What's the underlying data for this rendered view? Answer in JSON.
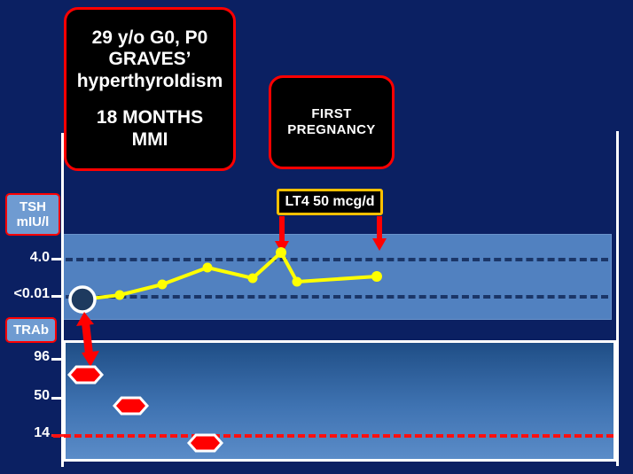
{
  "slide": {
    "background_color": "#0b2062",
    "case_box": {
      "line1": "29 y/o G0, P0",
      "line2": "GRAVES’",
      "line3": "hyperthyroIdism",
      "line4": "18 MONTHS",
      "line5": "MMI",
      "border_color": "#ff0000",
      "fill_color": "#000000"
    },
    "pregnancy_box": {
      "line1": "FIRST",
      "line2": "PREGNANCY",
      "border_color": "#ff0000",
      "fill_color": "#000000"
    },
    "treatment_box": {
      "label": "LT4 50 mcg/d",
      "border_color": "#ffc000",
      "fill_color": "#000000"
    },
    "tsh_axis_label": {
      "line1": "TSH",
      "line2": "mIU/l"
    },
    "trab_axis_label": {
      "line1": "TRAb"
    }
  },
  "chart_data": [
    {
      "type": "line",
      "title": "TSH",
      "ylabel": "TSH mIU/l",
      "xlabel": "",
      "grid": false,
      "legend": "none",
      "ytick_labels": [
        "4.0",
        "<0.01"
      ],
      "ytick_values": [
        4.0,
        0.01
      ],
      "reference_lines": [
        {
          "label": "4.0",
          "value": 4.0,
          "style": "dashed",
          "color": "#1b3668"
        },
        {
          "label": "<0.01",
          "value": 0.01,
          "style": "dashed",
          "color": "#1b3668"
        }
      ],
      "series": [
        {
          "name": "TSH",
          "color": "#ffff00",
          "marker": "circle",
          "points": [
            {
              "x": 0,
              "y": 0.01,
              "label": "<0.01",
              "marker": "dark-circle-highlight"
            },
            {
              "x": 1,
              "y": 0.3
            },
            {
              "x": 2,
              "y": 0.9
            },
            {
              "x": 3,
              "y": 2.3
            },
            {
              "x": 4,
              "y": 1.4
            },
            {
              "x": 5,
              "y": 4.2
            },
            {
              "x": 6,
              "y": 1.1
            },
            {
              "x": 7,
              "y": 1.5
            }
          ]
        }
      ],
      "annotations": [
        {
          "text": "LT4 50 mcg/d",
          "type": "arrow-down",
          "color": "#ff0000",
          "at_x": 5
        },
        {
          "text": "LT4 50 mcg/d",
          "type": "arrow-down",
          "color": "#ff0000",
          "at_x": 7
        }
      ]
    },
    {
      "type": "scatter",
      "title": "TRAb",
      "ylabel": "TRAb",
      "xlabel": "",
      "grid": false,
      "legend": "none",
      "ytick_labels": [
        "96",
        "50",
        "14"
      ],
      "ytick_values": [
        96,
        50,
        14
      ],
      "reference_lines": [
        {
          "label": "14",
          "value": 14,
          "style": "dashed",
          "color": "#ff1010"
        }
      ],
      "series": [
        {
          "name": "TRAb",
          "color": "#ff0000",
          "marker": "hexagon",
          "points": [
            {
              "x": 0,
              "y": 96
            },
            {
              "x": 1,
              "y": 58
            },
            {
              "x": 2,
              "y": 12
            }
          ]
        }
      ],
      "annotations": [
        {
          "type": "double-arrow",
          "color": "#ff0000",
          "note": "links first TSH point to first TRAb point"
        }
      ]
    }
  ]
}
